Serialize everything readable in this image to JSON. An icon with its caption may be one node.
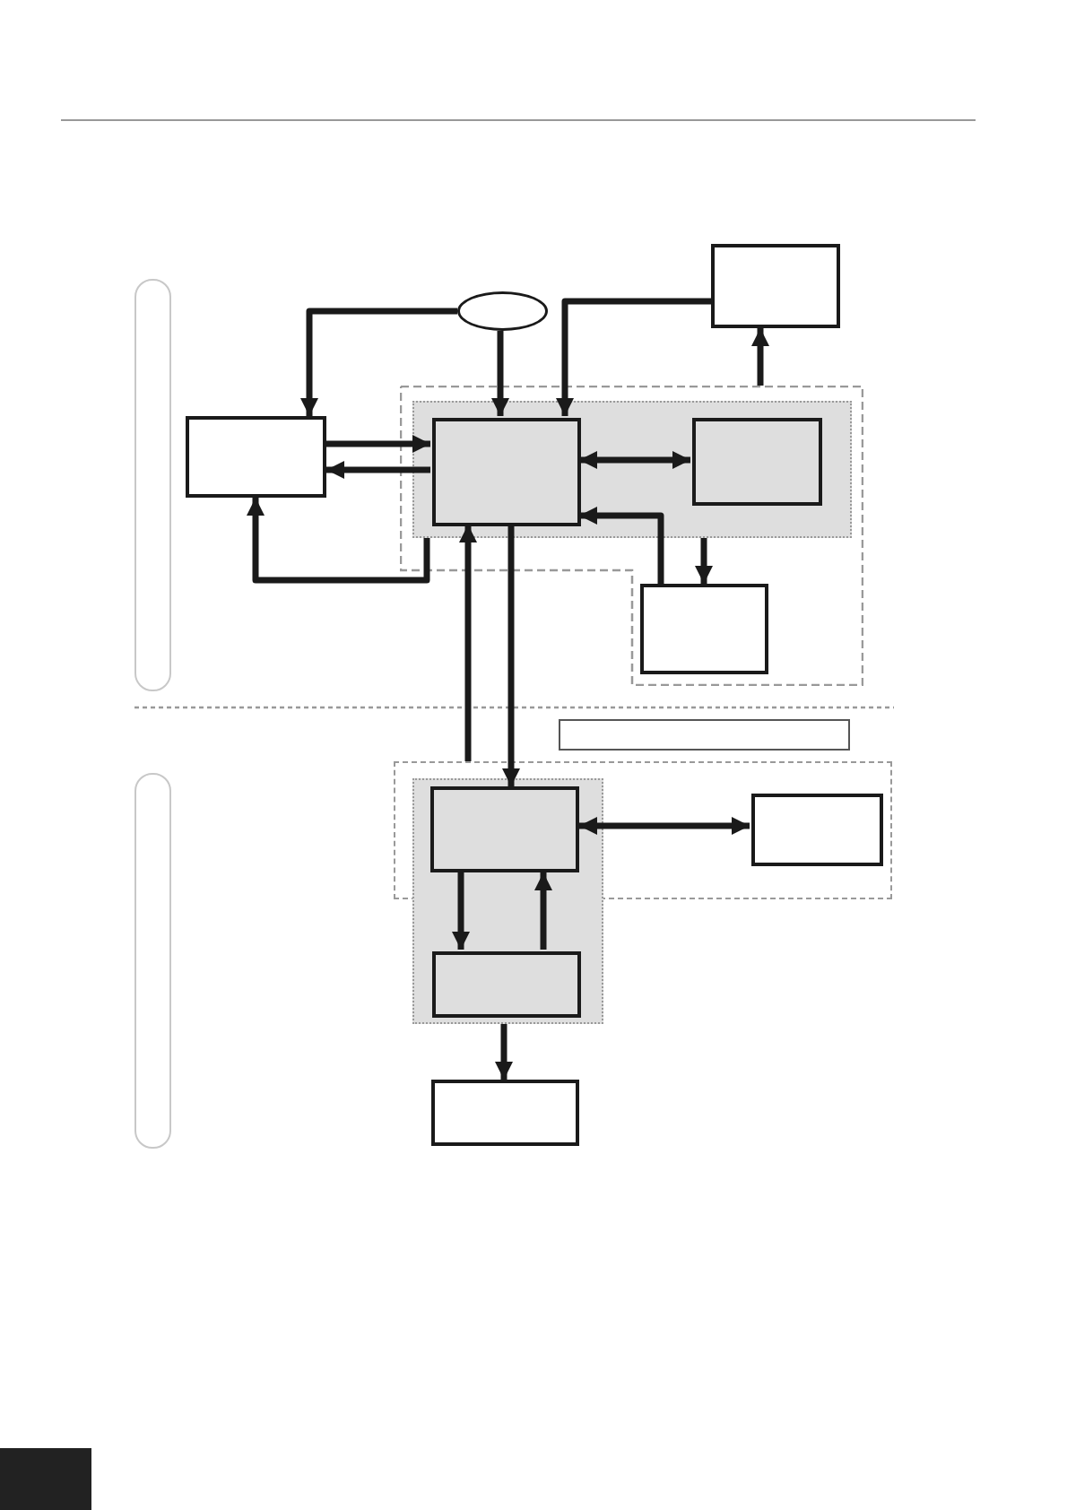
{
  "diagram": {
    "nodes": [
      {
        "text": [],
        "shape": "bar"
      },
      {
        "text": [],
        "shape": "bar"
      },
      {
        "text": [],
        "shape": "box"
      },
      {
        "text": [],
        "shape": "box",
        "in": 2
      },
      {
        "text": [],
        "shape": "box",
        "in": 3
      },
      {
        "text": [],
        "shape": "box",
        "in": 3
      },
      {
        "text": [],
        "shape": "box"
      },
      {
        "text": [],
        "shape": "ellipse"
      },
      {
        "text": [],
        "shape": "box"
      },
      {
        "text": [],
        "shape": "box",
        "in": 2
      },
      {
        "text": [],
        "shape": "box"
      },
      {
        "text": [],
        "shape": "box"
      },
      {
        "text": [],
        "shape": "box"
      },
      {
        "text": [],
        "shape": "box"
      },
      {
        "text": [],
        "shape": "box",
        "in": 11
      },
      {
        "text": [],
        "shape": "box",
        "in": 12
      },
      {
        "text": [],
        "shape": "box"
      }
    ],
    "edges": [
      {
        "from": 7,
        "to": 6,
        "arrow": "to"
      },
      {
        "from": 7,
        "to": 4,
        "arrow": "to"
      },
      {
        "from": 8,
        "to": 4,
        "arrow": "to"
      },
      {
        "from": 2,
        "to": 8,
        "arrow": "to"
      },
      {
        "from": 6,
        "to": 4,
        "arrow": "to"
      },
      {
        "from": 4,
        "to": 6,
        "arrow": "to"
      },
      {
        "from": 4,
        "to": 5,
        "arrow": "both"
      },
      {
        "from": 9,
        "to": 4,
        "arrow": "to"
      },
      {
        "from": 3,
        "to": 9,
        "arrow": "to"
      },
      {
        "from": 3,
        "to": 6,
        "arrow": "to"
      },
      {
        "from": 11,
        "to": 4,
        "arrow": "to"
      },
      {
        "from": 4,
        "to": 13,
        "arrow": "to"
      },
      {
        "from": 13,
        "to": 14,
        "arrow": "both"
      },
      {
        "from": 13,
        "to": 15,
        "arrow": "to"
      },
      {
        "from": 15,
        "to": 13,
        "arrow": "to"
      },
      {
        "from": 12,
        "to": 16,
        "arrow": "to"
      }
    ]
  }
}
